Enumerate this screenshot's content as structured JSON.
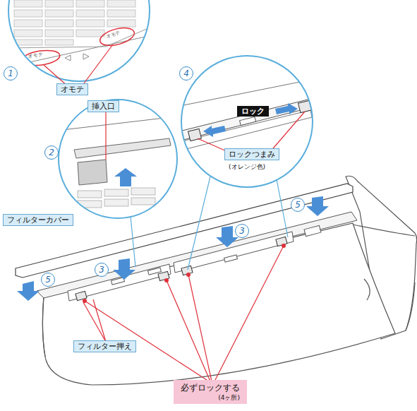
{
  "diagram": {
    "nodes": [
      {
        "text": [
          "オモテ"
        ]
      },
      {
        "text": [
          "挿入口"
        ]
      },
      {
        "text": [
          "ロック"
        ]
      },
      {
        "text": [
          "ロックつまみ",
          "(オレンジ色)"
        ]
      },
      {
        "text": [
          "フィルターカバー"
        ]
      },
      {
        "text": [
          "フィルター押え"
        ]
      },
      {
        "text": [
          "必ずロックする",
          "(4ヶ所)"
        ]
      }
    ],
    "labels": [
      "1",
      "オモテ",
      "オモテ",
      "4",
      "2",
      "5",
      "3",
      "3",
      "5"
    ]
  }
}
